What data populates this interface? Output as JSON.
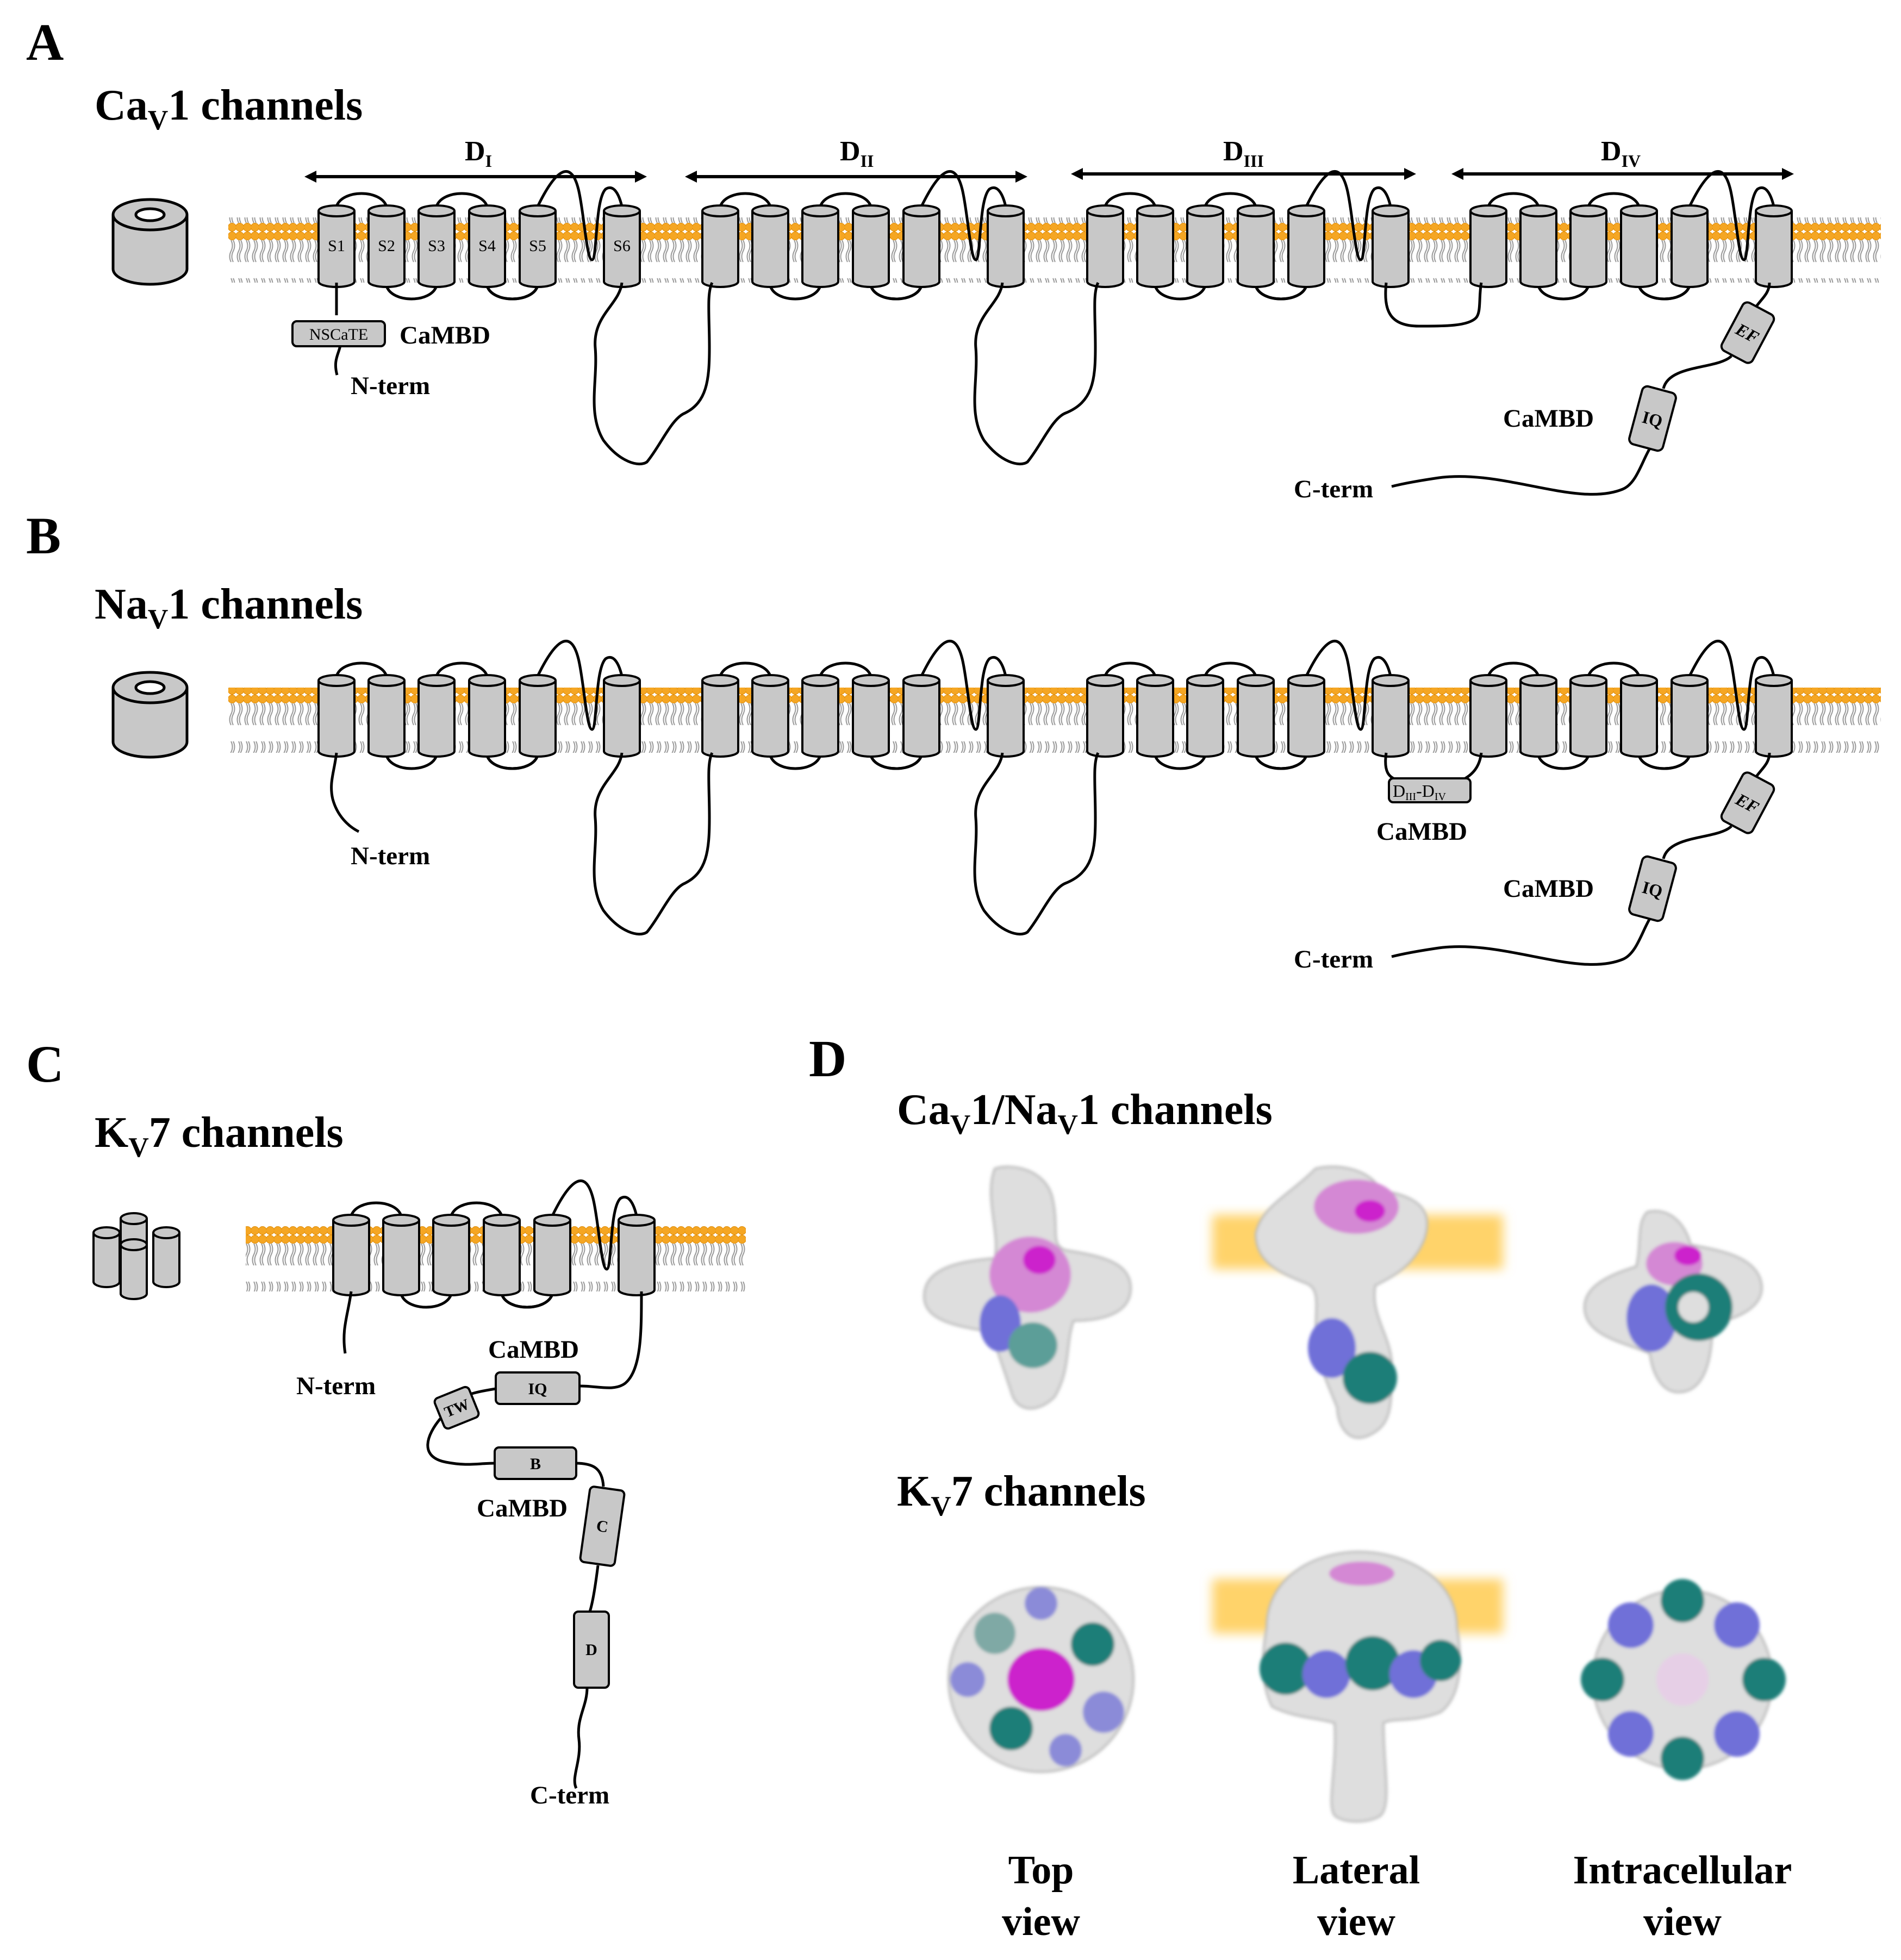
{
  "panels": {
    "A": {
      "letter": "A",
      "title_main": "Ca",
      "title_sub": "V",
      "title_rest": "1 channels",
      "domain_labels": [
        {
          "main": "D",
          "sub": "I"
        },
        {
          "main": "D",
          "sub": "II"
        },
        {
          "main": "D",
          "sub": "III"
        },
        {
          "main": "D",
          "sub": "IV"
        }
      ],
      "helix_labels": [
        "S1",
        "S2",
        "S3",
        "S4",
        "S5",
        "S6"
      ],
      "nscate_box": "NSCaTE",
      "camb_n": "CaMBD",
      "nterm": "N-term",
      "ef_box": "EF",
      "iq_box": "IQ",
      "camb_c": "CaMBD",
      "cterm": "C-term"
    },
    "B": {
      "letter": "B",
      "title_main": "Na",
      "title_sub": "V",
      "title_rest": "1 channels",
      "linker_main1": "D",
      "linker_sub1": "III",
      "linker_main2": "-D",
      "linker_sub2": "IV",
      "camb_linker": "CaMBD",
      "nterm": "N-term",
      "ef_box": "EF",
      "iq_box": "IQ",
      "camb_c": "CaMBD",
      "cterm": "C-term"
    },
    "C": {
      "letter": "C",
      "title_main": "K",
      "title_sub": "V",
      "title_rest": "7 channels",
      "nterm": "N-term",
      "camb_1": "CaMBD",
      "iq_box": "IQ",
      "tw_box": "TW",
      "b_box": "B",
      "camb_2": "CaMBD",
      "c_box": "C",
      "d_box": "D",
      "cterm": "C-term"
    },
    "D": {
      "letter": "D",
      "title1_parts": [
        "Ca",
        "V",
        "1/Na",
        "V",
        "1 channels"
      ],
      "title2_main": "K",
      "title2_sub": "V",
      "title2_rest": "7 channels",
      "views": [
        {
          "line1": "Top",
          "line2": "view"
        },
        {
          "line1": "Lateral",
          "line2": "view"
        },
        {
          "line1": "Intracellular",
          "line2": "view"
        }
      ]
    }
  },
  "colors": {
    "helix_fill": "#c8c8c8",
    "membrane_head": "#f5a623",
    "membrane_tail": "#9a9a9a",
    "protein_grey": "#dedede",
    "magenta": "#cc22cc",
    "periwinkle": "#6f6fd8",
    "teal": "#1f7e78",
    "membrane_band": "#ffd36b"
  }
}
